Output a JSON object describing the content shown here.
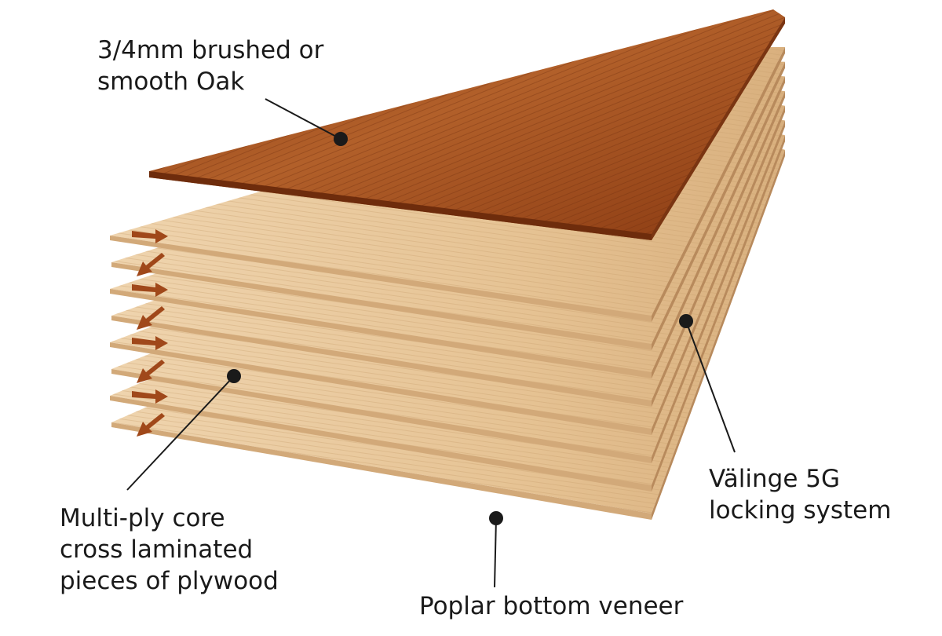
{
  "labels": {
    "top_veneer": [
      "3/4mm brushed or",
      "smooth Oak"
    ],
    "locking": [
      "Välinge 5G",
      "locking system"
    ],
    "core": [
      "Multi-ply core",
      "cross laminated",
      "pieces of plywood"
    ],
    "bottom": [
      "Poplar bottom veneer"
    ]
  },
  "colors": {
    "oak_top": "#a4521e",
    "oak_top_dark": "#7a3512",
    "ply_face": "#e8c9a0",
    "ply_edge": "#d2a979",
    "ply_shadow": "#b88a5c",
    "arrow": "#a0481a",
    "callout": "#1a1a1a"
  },
  "layers": {
    "core_plies": 8,
    "grain_direction": [
      "right",
      "down",
      "right",
      "down",
      "right",
      "down",
      "right",
      "down"
    ]
  }
}
